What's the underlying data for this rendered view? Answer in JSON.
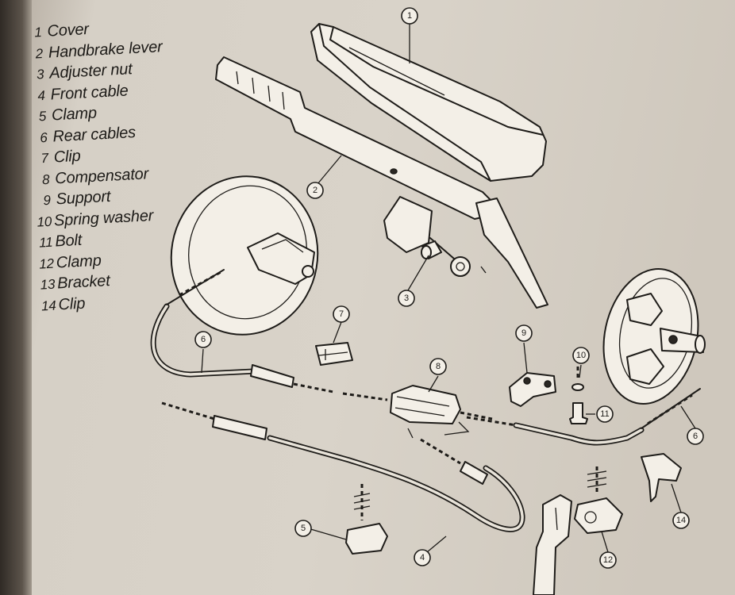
{
  "legend": [
    {
      "num": "1",
      "label": "Cover"
    },
    {
      "num": "2",
      "label": "Handbrake lever"
    },
    {
      "num": "3",
      "label": "Adjuster nut"
    },
    {
      "num": "4",
      "label": "Front cable"
    },
    {
      "num": "5",
      "label": "Clamp"
    },
    {
      "num": "6",
      "label": "Rear cables"
    },
    {
      "num": "7",
      "label": "Clip"
    },
    {
      "num": "8",
      "label": "Compensator"
    },
    {
      "num": "9",
      "label": "Support"
    },
    {
      "num": "10",
      "label": "Spring washer"
    },
    {
      "num": "11",
      "label": "Bolt"
    },
    {
      "num": "12",
      "label": "Clamp"
    },
    {
      "num": "13",
      "label": "Bracket"
    },
    {
      "num": "14",
      "label": "Clip"
    }
  ],
  "callouts": {
    "c1": "1",
    "c2": "2",
    "c3": "3",
    "c4": "4",
    "c5": "5",
    "c6a": "6",
    "c6b": "6",
    "c7": "7",
    "c8": "8",
    "c9": "9",
    "c10": "10",
    "c11": "11",
    "c12": "12",
    "c14": "14"
  },
  "colors": {
    "paper": "#d9d3c9",
    "ink": "#1e1c19"
  }
}
